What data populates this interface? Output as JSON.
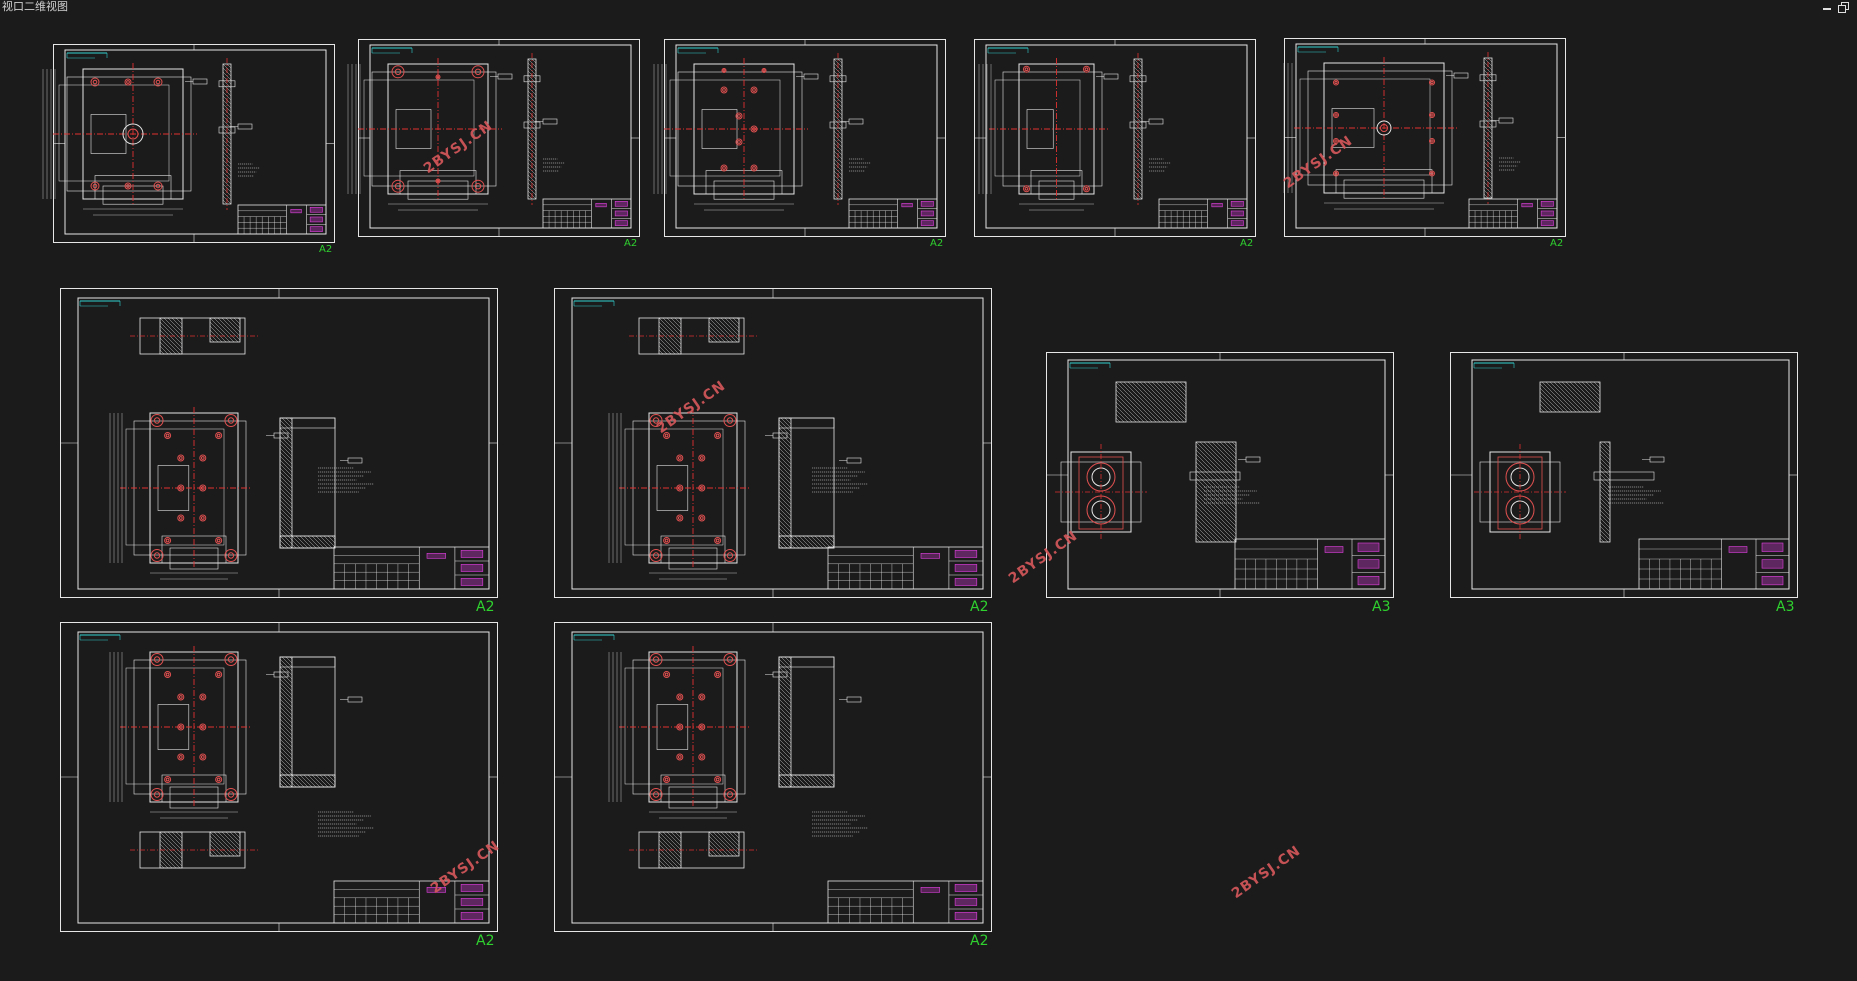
{
  "window": {
    "title": "视口二维视图",
    "min_icon": "minimize-icon",
    "max_icon": "restore-icon"
  },
  "colors": {
    "background": "#1b1b1b",
    "line": "#e6e6e6",
    "center_line": "#e03030",
    "hole": "#e05050",
    "title_block_text": "#e040e0",
    "dim_text": "#32d0d0",
    "size_label": "#2fd12f",
    "watermark": "#d8585c"
  },
  "watermark_text": "2BYSJ.CN",
  "sheets": [
    {
      "id": "sheet-1",
      "size_label": "A2"
    },
    {
      "id": "sheet-2",
      "size_label": "A2"
    },
    {
      "id": "sheet-3",
      "size_label": "A2"
    },
    {
      "id": "sheet-4",
      "size_label": "A2"
    },
    {
      "id": "sheet-5",
      "size_label": "A2"
    },
    {
      "id": "sheet-6",
      "size_label": "A2"
    },
    {
      "id": "sheet-7",
      "size_label": "A2"
    },
    {
      "id": "sheet-8",
      "size_label": "A3"
    },
    {
      "id": "sheet-9",
      "size_label": "A3"
    },
    {
      "id": "sheet-10",
      "size_label": "A2"
    },
    {
      "id": "sheet-11",
      "size_label": "A2"
    }
  ]
}
